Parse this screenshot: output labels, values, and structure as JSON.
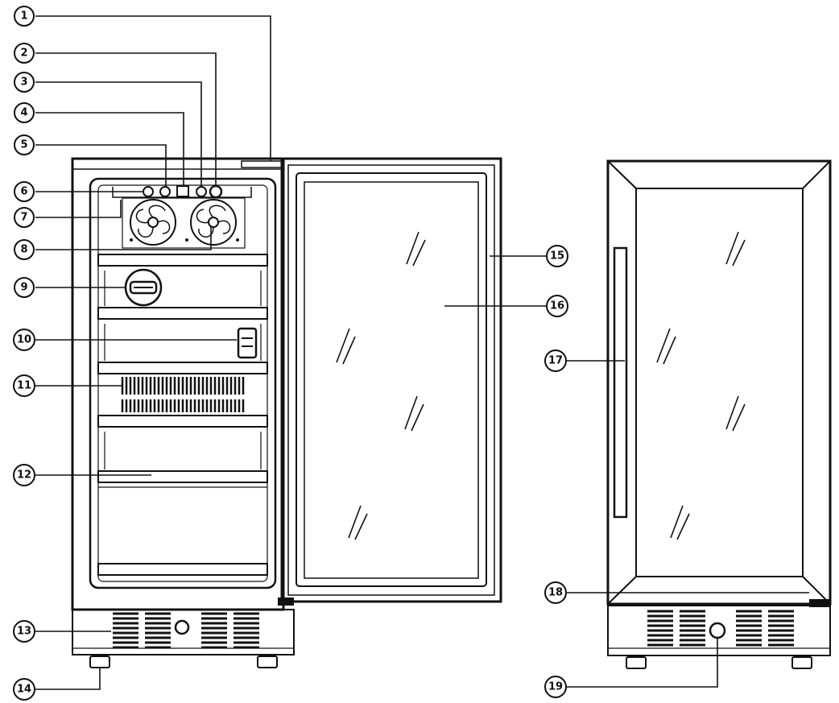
{
  "callouts": [
    "1",
    "2",
    "3",
    "4",
    "5",
    "6",
    "7",
    "8",
    "9",
    "10",
    "11",
    "12",
    "13",
    "14",
    "15",
    "16",
    "17",
    "18",
    "19"
  ],
  "colors": {
    "ink": "#111111",
    "paper": "#ffffff"
  }
}
